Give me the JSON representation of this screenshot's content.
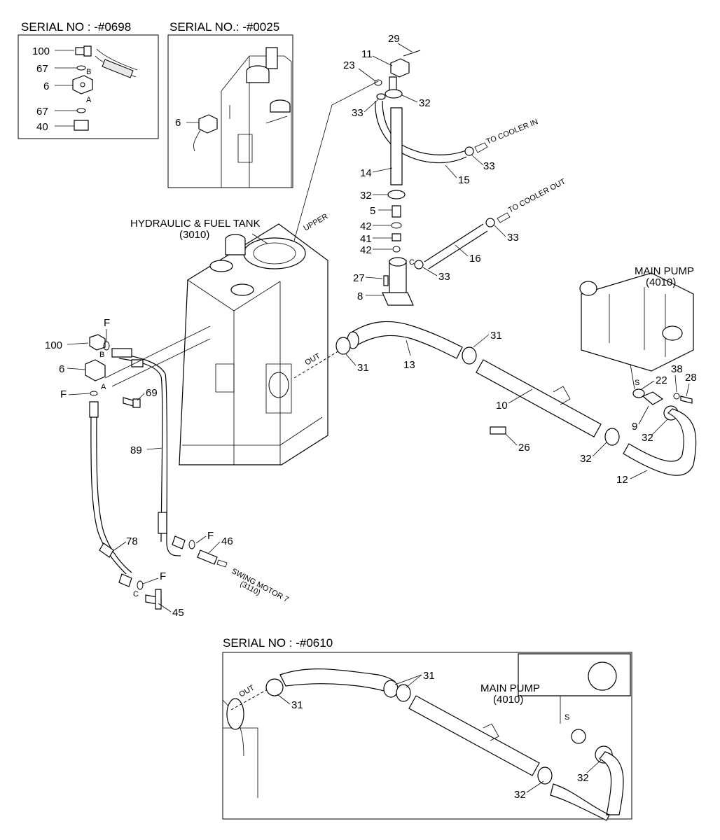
{
  "insets": {
    "top_left_title": "SERIAL NO : -#0698",
    "top_mid_title": "SERIAL NO.: -#0025",
    "bottom_title": "SERIAL NO : -#0610"
  },
  "labels": {
    "hyd_tank": "HYDRAULIC & FUEL TANK",
    "hyd_tank_code": "(3010)",
    "main_pump": "MAIN PUMP",
    "main_pump_code": "(4010)",
    "main_pump_b": "MAIN PUMP",
    "main_pump_b_code": "(4010)",
    "upper": "UPPER",
    "out": "OUT",
    "out_b": "OUT",
    "to_cooler_in": "TO COOLER IN",
    "to_cooler_out": "TO COOLER OUT",
    "swing_motor": "SWING MOTOR 7",
    "swing_motor_code": "(3110)"
  },
  "ports": {
    "b": "B",
    "a": "A",
    "b2": "B",
    "a2": "A",
    "c": "C",
    "c2": "C",
    "s": "S",
    "s2": "S"
  },
  "callouts": {
    "inset1": [
      "100",
      "67",
      "6",
      "67",
      "40"
    ],
    "inset2": [
      "6"
    ],
    "main": [
      "29",
      "11",
      "23",
      "32",
      "33",
      "33",
      "14",
      "15",
      "32",
      "5",
      "42",
      "41",
      "42",
      "27",
      "8",
      "33",
      "33",
      "16",
      "31",
      "31",
      "13",
      "10",
      "26",
      "32",
      "12",
      "22",
      "38",
      "28",
      "9",
      "32",
      "100",
      "6",
      "69",
      "89",
      "78",
      "46",
      "45",
      "F",
      "F",
      "F",
      "F"
    ],
    "inset3": [
      "31",
      "31",
      "32",
      "32"
    ]
  }
}
